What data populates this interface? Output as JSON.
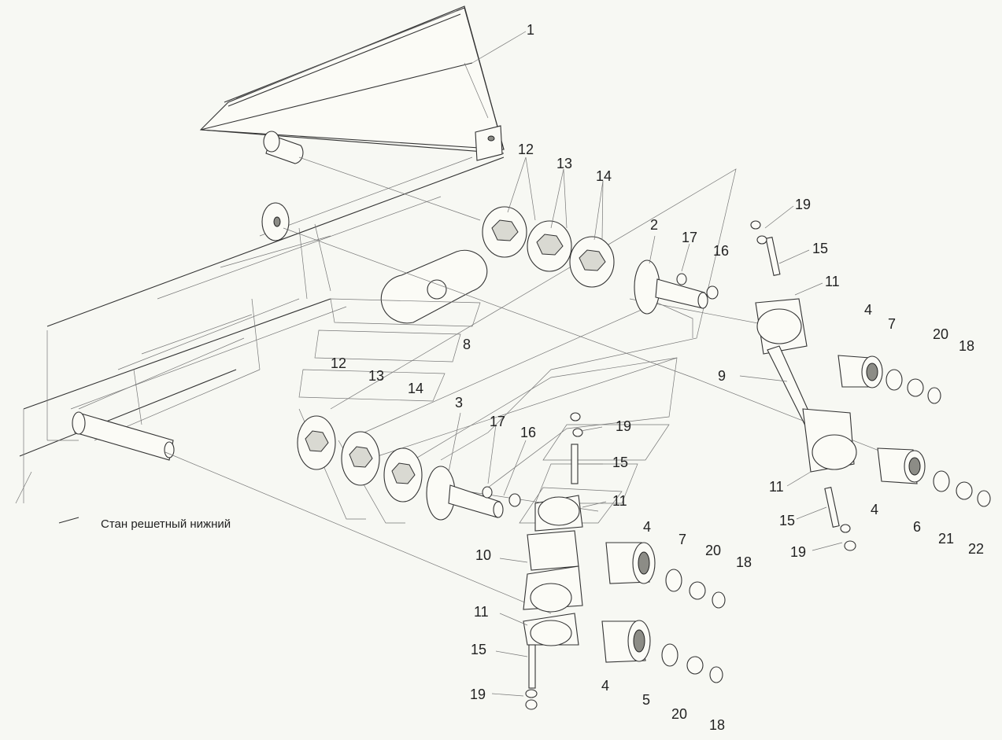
{
  "assembly_caption": "Стан решетный нижний",
  "callouts": [
    {
      "id": "c1",
      "text": "1"
    },
    {
      "id": "c12a",
      "text": "12"
    },
    {
      "id": "c13a",
      "text": "13"
    },
    {
      "id": "c14a",
      "text": "14"
    },
    {
      "id": "c2",
      "text": "2"
    },
    {
      "id": "c17a",
      "text": "17"
    },
    {
      "id": "c16a",
      "text": "16"
    },
    {
      "id": "c19a",
      "text": "19"
    },
    {
      "id": "c15a",
      "text": "15"
    },
    {
      "id": "c11a",
      "text": "11"
    },
    {
      "id": "c4a",
      "text": "4"
    },
    {
      "id": "c7a",
      "text": "7"
    },
    {
      "id": "c20a",
      "text": "20"
    },
    {
      "id": "c18a",
      "text": "18"
    },
    {
      "id": "c9",
      "text": "9"
    },
    {
      "id": "c8",
      "text": "8"
    },
    {
      "id": "c12b",
      "text": "12"
    },
    {
      "id": "c13b",
      "text": "13"
    },
    {
      "id": "c14b",
      "text": "14"
    },
    {
      "id": "c3",
      "text": "3"
    },
    {
      "id": "c17b",
      "text": "17"
    },
    {
      "id": "c16b",
      "text": "16"
    },
    {
      "id": "c19b",
      "text": "19"
    },
    {
      "id": "c15b",
      "text": "15"
    },
    {
      "id": "c11b",
      "text": "11"
    },
    {
      "id": "c11c",
      "text": "11"
    },
    {
      "id": "c4b",
      "text": "4"
    },
    {
      "id": "c6",
      "text": "6"
    },
    {
      "id": "c21",
      "text": "21"
    },
    {
      "id": "c22",
      "text": "22"
    },
    {
      "id": "c15c",
      "text": "15"
    },
    {
      "id": "c19c",
      "text": "19"
    },
    {
      "id": "c4c",
      "text": "4"
    },
    {
      "id": "c7b",
      "text": "7"
    },
    {
      "id": "c20b",
      "text": "20"
    },
    {
      "id": "c18b",
      "text": "18"
    },
    {
      "id": "c10",
      "text": "10"
    },
    {
      "id": "c11d",
      "text": "11"
    },
    {
      "id": "c15d",
      "text": "15"
    },
    {
      "id": "c19d",
      "text": "19"
    },
    {
      "id": "c4d",
      "text": "4"
    },
    {
      "id": "c5",
      "text": "5"
    },
    {
      "id": "c20c",
      "text": "20"
    },
    {
      "id": "c18c",
      "text": "18"
    }
  ]
}
